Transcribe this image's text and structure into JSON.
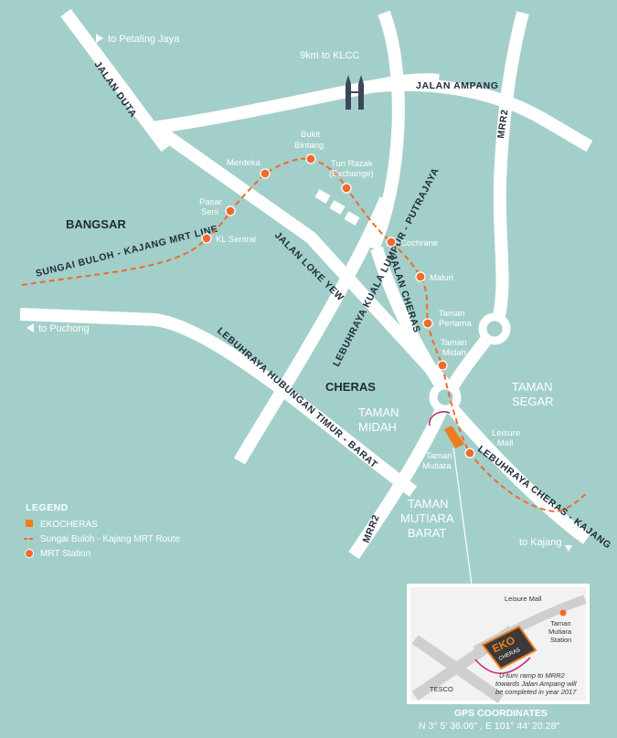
{
  "colors": {
    "background": "#a3cfca",
    "road": "#ffffff",
    "mrt": "#ef6a2c",
    "ekocheras": "#f07c1c",
    "label_dark": "#1f2a3a",
    "label_light": "#ffffff"
  },
  "directions": {
    "petaling_jaya": "to Petaling Jaya",
    "klcc": "9km to KLCC",
    "puchong": "to Puchong",
    "kajang": "to Kajang"
  },
  "roads": {
    "jalan_duta": "JALAN DUTA",
    "jalan_ampang": "JALAN AMPANG",
    "mrr2_north": "MRR2",
    "mrr2_south": "MRR2",
    "jalan_loke_yew": "JALAN LOKE YEW",
    "lebuhraya_kl_putrajaya": "LEBUHRAYA KUALA LUMPUR - PUTRAJAYA",
    "jalan_cheras": "JALAN CHERAS",
    "lebuhraya_hubungan_timur_barat": "LEBUHRAYA HUBUNGAN TIMUR - BARAT",
    "lebuhraya_cheras_kajang": "LEBUHRAYA CHERAS - KAJANG",
    "mrt_line": "SUNGAI BULOH - KAJANG MRT LINE"
  },
  "areas": {
    "bangsar": "BANGSAR",
    "cheras": "CHERAS",
    "taman_midah_1": "TAMAN",
    "taman_midah_2": "MIDAH",
    "taman_segar_1": "TAMAN",
    "taman_segar_2": "SEGAR",
    "mutiara_barat_1": "TAMAN",
    "mutiara_barat_2": "MUTIARA",
    "mutiara_barat_3": "BARAT"
  },
  "stations": {
    "merdeka": "Merdeka",
    "bukit_bintang_1": "Bukit",
    "bukit_bintang_2": "Bintang",
    "tun_razak_1": "Tun Razak",
    "tun_razak_2": "(Exchange)",
    "pasar_seni_1": "Pasar",
    "pasar_seni_2": "Seni",
    "kl_sentral": "KL Sentral",
    "cochrane": "Cochrane",
    "maluri": "Maluri",
    "taman_pertama_1": "Taman",
    "taman_pertama_2": "Pertama",
    "taman_midah_1": "Taman",
    "taman_midah_2": "Midah",
    "leisure_mall_1": "Leisure",
    "leisure_mall_2": "Mall",
    "taman_mutiara_1": "Taman",
    "taman_mutiara_2": "Mutiara"
  },
  "legend": {
    "title": "LEGEND",
    "items": [
      {
        "label": "EKOCHERAS",
        "symbol": "orange-square"
      },
      {
        "label": "Sungai Buloh - Kajang MRT Route",
        "symbol": "dashed-line"
      },
      {
        "label": "MRT Station",
        "symbol": "orange-dot"
      }
    ]
  },
  "inset": {
    "leisure_mall": "Leisure Mall",
    "station_1": "Taman",
    "station_2": "Mutiara",
    "station_3": "Station",
    "note_1": "U-turn ramp to MRR2",
    "note_2": "towards Jalan Ampang will",
    "note_3": "be completed in year 2017",
    "tesco": "TESCO",
    "logo_text": "EKO",
    "logo_sub": "CHERAS"
  },
  "gps": {
    "title": "GPS COORDINATES",
    "value": "N 3° 5' 36.06\" , E 101° 44' 20.28\""
  }
}
